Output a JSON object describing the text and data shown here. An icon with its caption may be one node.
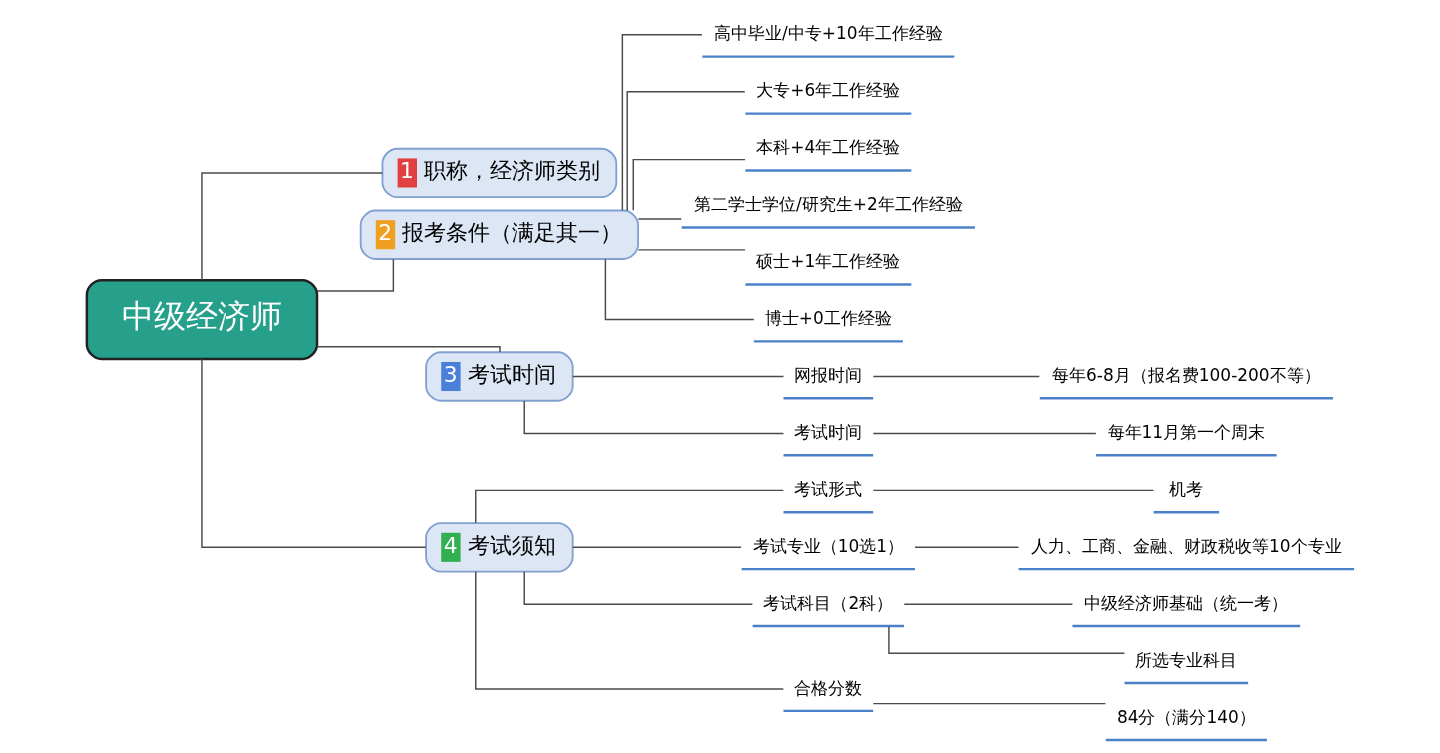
{
  "diagram": {
    "nodes": [
      {
        "text": [
          "中级经济师"
        ]
      },
      {
        "text": [
          "1",
          "职称，经济师类别"
        ]
      },
      {
        "text": [
          "2",
          "报考条件（满足其一）"
        ]
      },
      {
        "text": [
          "高中毕业/中专+10年工作经验"
        ]
      },
      {
        "text": [
          "大专+6年工作经验"
        ]
      },
      {
        "text": [
          "本科+4年工作经验"
        ]
      },
      {
        "text": [
          "第二学士学位/研究生+2年工作经验"
        ]
      },
      {
        "text": [
          "硕士+1年工作经验"
        ]
      },
      {
        "text": [
          "博士+0工作经验"
        ]
      },
      {
        "text": [
          "3",
          "考试时间"
        ]
      },
      {
        "text": [
          "网报时间"
        ]
      },
      {
        "text": [
          "每年6-8月（报名费100-200不等）"
        ]
      },
      {
        "text": [
          "考试时间"
        ]
      },
      {
        "text": [
          "每年11月第一个周末"
        ]
      },
      {
        "text": [
          "4",
          "考试须知"
        ]
      },
      {
        "text": [
          "考试形式"
        ]
      },
      {
        "text": [
          "机考"
        ]
      },
      {
        "text": [
          "考试专业（10选1）"
        ]
      },
      {
        "text": [
          "人力、工商、金融、财政税收等10个专业"
        ]
      },
      {
        "text": [
          "考试科目（2科）"
        ]
      },
      {
        "text": [
          "中级经济师基础（统一考）"
        ]
      },
      {
        "text": [
          "所选专业科目"
        ]
      },
      {
        "text": [
          "合格分数"
        ]
      },
      {
        "text": [
          "84分（满分140）"
        ]
      }
    ],
    "edges": [
      {
        "from": 0,
        "to": 1,
        "arrow": "none"
      },
      {
        "from": 0,
        "to": 2,
        "arrow": "none"
      },
      {
        "from": 0,
        "to": 9,
        "arrow": "none"
      },
      {
        "from": 0,
        "to": 14,
        "arrow": "none"
      },
      {
        "from": 2,
        "to": 3,
        "arrow": "none"
      },
      {
        "from": 2,
        "to": 4,
        "arrow": "none"
      },
      {
        "from": 2,
        "to": 5,
        "arrow": "none"
      },
      {
        "from": 2,
        "to": 6,
        "arrow": "none"
      },
      {
        "from": 2,
        "to": 7,
        "arrow": "none"
      },
      {
        "from": 2,
        "to": 8,
        "arrow": "none"
      },
      {
        "from": 9,
        "to": 10,
        "arrow": "none"
      },
      {
        "from": 10,
        "to": 11,
        "arrow": "none"
      },
      {
        "from": 9,
        "to": 12,
        "arrow": "none"
      },
      {
        "from": 12,
        "to": 13,
        "arrow": "none"
      },
      {
        "from": 14,
        "to": 15,
        "arrow": "none"
      },
      {
        "from": 15,
        "to": 16,
        "arrow": "none"
      },
      {
        "from": 14,
        "to": 17,
        "arrow": "none"
      },
      {
        "from": 17,
        "to": 18,
        "arrow": "none"
      },
      {
        "from": 14,
        "to": 19,
        "arrow": "none"
      },
      {
        "from": 19,
        "to": 20,
        "arrow": "none"
      },
      {
        "from": 19,
        "to": 21,
        "arrow": "none"
      },
      {
        "from": 14,
        "to": 22,
        "arrow": "none"
      },
      {
        "from": 22,
        "to": 23,
        "arrow": "none"
      }
    ]
  }
}
